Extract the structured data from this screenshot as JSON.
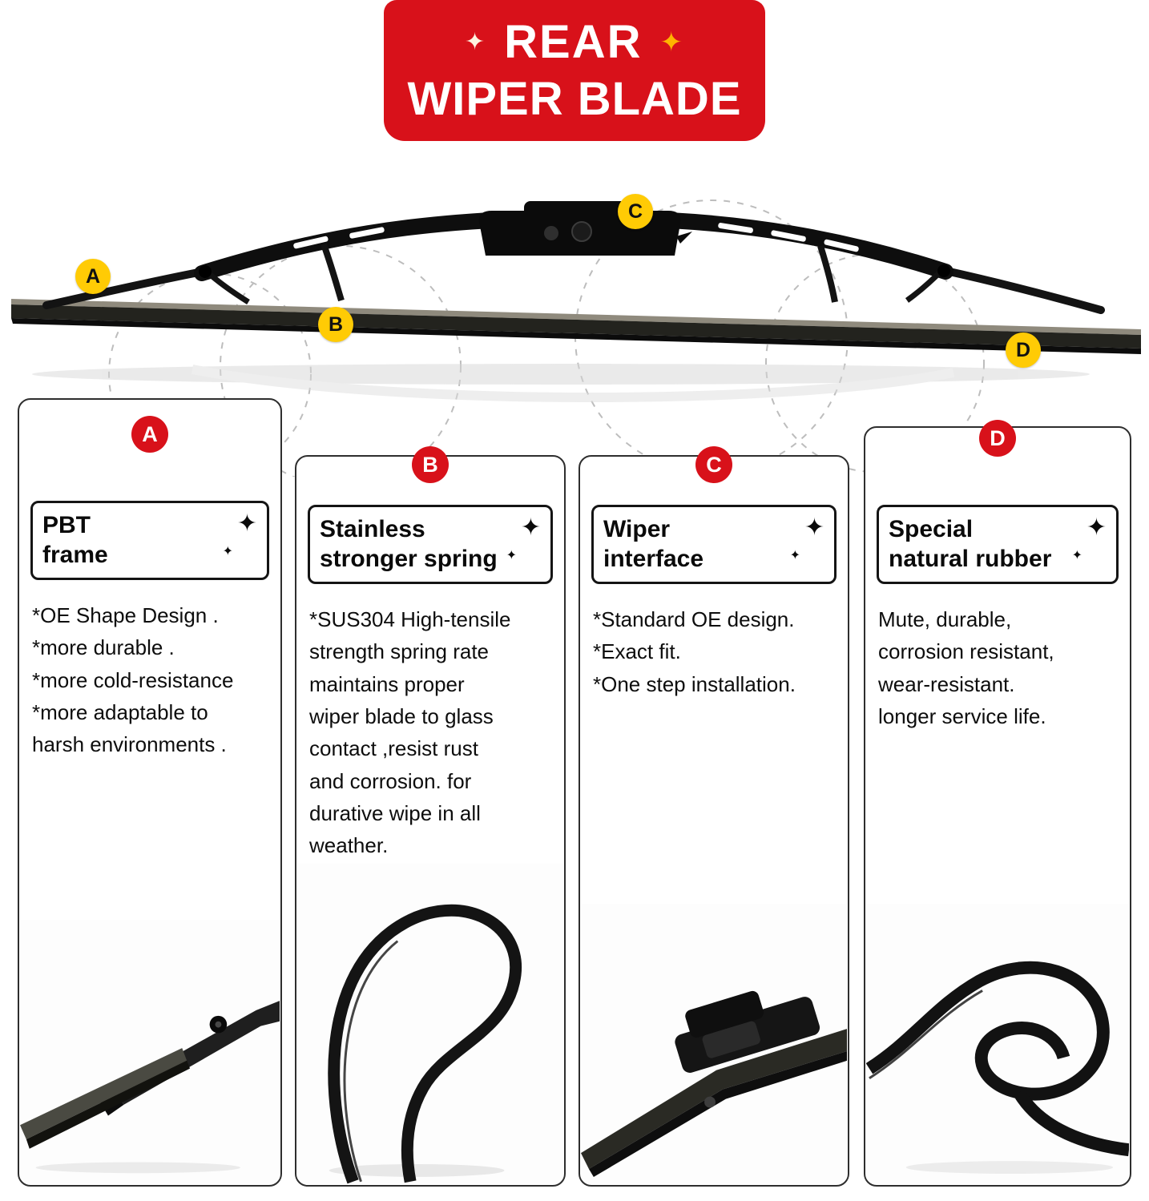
{
  "header": {
    "line1": "REAR",
    "line2": "WIPER BLADE"
  },
  "decor": {
    "sparkle": "✦"
  },
  "blade": {
    "callouts": [
      {
        "letter": "A"
      },
      {
        "letter": "B"
      },
      {
        "letter": "C"
      },
      {
        "letter": "D"
      }
    ]
  },
  "panels": [
    {
      "letter": "A",
      "title": "PBT\nframe",
      "body": "*OE Shape Design .\n*more durable .\n*more cold-resistance\n*more adaptable to\nharsh environments .",
      "photo": "wiper-frame-end-photo"
    },
    {
      "letter": "B",
      "title": "Stainless\nstronger spring",
      "body": "*SUS304 High-tensile\nstrength spring rate\nmaintains proper\nwiper blade to glass\ncontact ,resist rust\nand corrosion. for\ndurative wipe in all\nweather.",
      "photo": "spring-steel-loop-photo"
    },
    {
      "letter": "C",
      "title": "Wiper\ninterface",
      "body": "*Standard OE design.\n*Exact fit.\n*One step installation.",
      "photo": "wiper-connector-photo"
    },
    {
      "letter": "D",
      "title": "Special\nnatural rubber",
      "body": "Mute, durable,\ncorrosion resistant,\nwear-resistant.\nlonger service life.",
      "photo": "rubber-strip-coil-photo"
    }
  ],
  "colors": {
    "badge_red": "#d8111a",
    "badge_yellow": "#ffcb05",
    "panel_border": "#2e2e2e"
  }
}
